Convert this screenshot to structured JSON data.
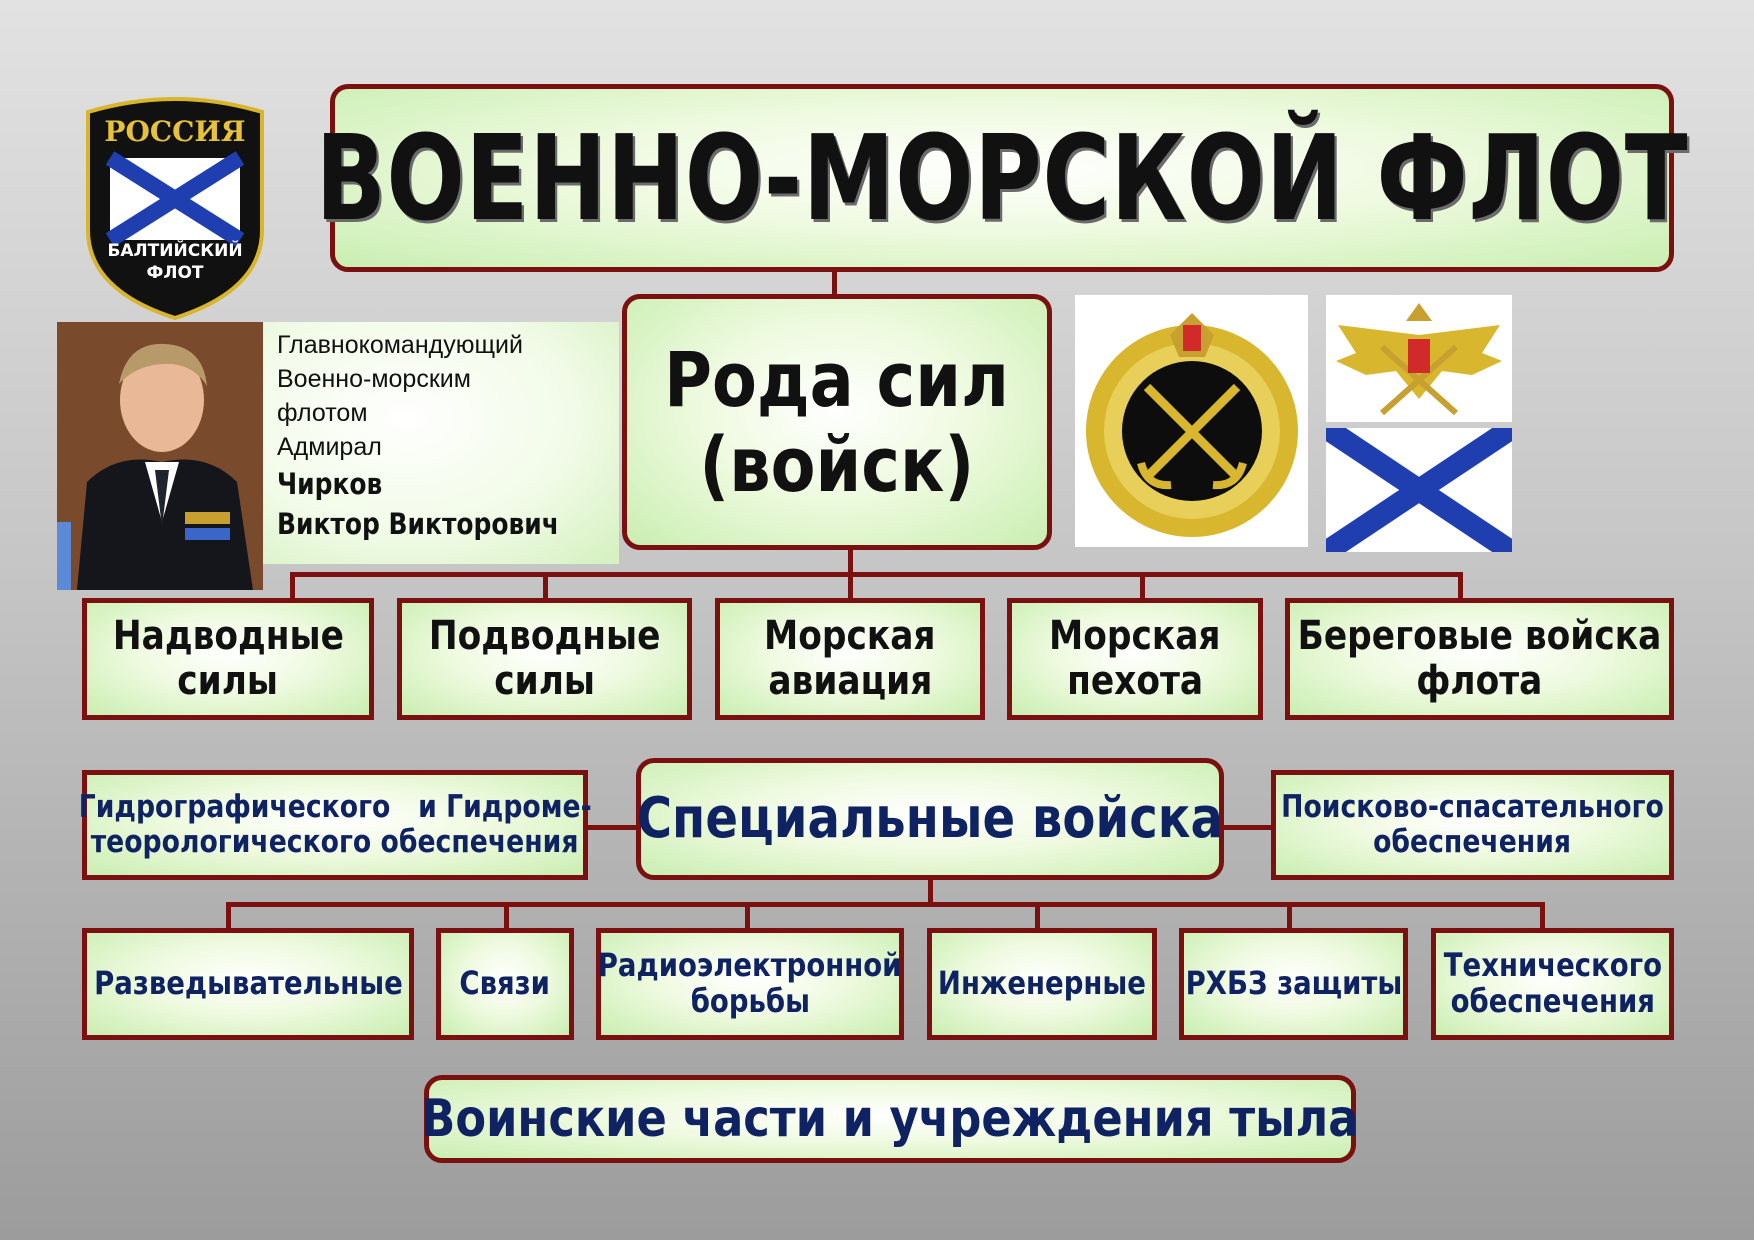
{
  "title": "ВОЕННО-МОРСКОЙ ФЛОТ",
  "badge": {
    "top": "РОССИЯ",
    "bottom_line1": "БАЛТИЙСКИЙ",
    "bottom_line2": "ФЛОТ"
  },
  "commander": {
    "line1": "Главнокомандующий",
    "line2": "Военно-морским",
    "line3": "флотом",
    "line4": "Адмирал",
    "surname": "Чирков",
    "name": "Виктор Викторович"
  },
  "branches": {
    "header_line1": "Рода сил",
    "header_line2": "(войск)",
    "items": [
      {
        "line1": "Надводные",
        "line2": "силы"
      },
      {
        "line1": "Подводные",
        "line2": "силы"
      },
      {
        "line1": "Морская",
        "line2": "авиация"
      },
      {
        "line1": "Морская",
        "line2": "пехота"
      },
      {
        "line1": "Береговые войска",
        "line2": "флота"
      }
    ]
  },
  "special": {
    "header": "Специальные войска",
    "left": {
      "line1": "Гидрографического   и Гидроме-",
      "line2": "теорологического обеспечения"
    },
    "right": {
      "line1": "Поисково-спасательного",
      "line2": "обеспечения"
    },
    "items": [
      {
        "line1": "Разведывательные",
        "line2": ""
      },
      {
        "line1": "Связи",
        "line2": ""
      },
      {
        "line1": "Радиоэлектронной",
        "line2": "борьбы"
      },
      {
        "line1": "Инженерные",
        "line2": ""
      },
      {
        "line1": "РХБЗ защиты",
        "line2": ""
      },
      {
        "line1": "Технического",
        "line2": "обеспечения"
      }
    ]
  },
  "rear": "Воинские части и учреждения тыла",
  "colors": {
    "border": "#7a1010",
    "box_fill": "#c9eeb1",
    "dark_text": "#111111",
    "blue_text": "#0f2262",
    "flag_blue": "#1f3fb0"
  }
}
